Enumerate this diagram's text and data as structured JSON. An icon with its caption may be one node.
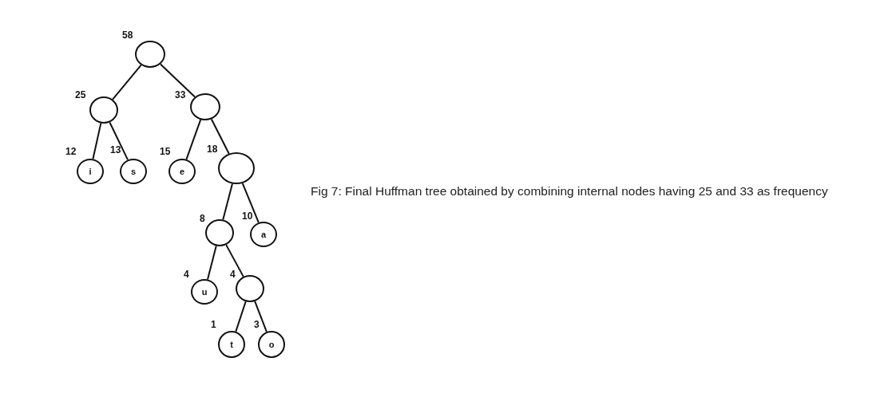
{
  "diagram": {
    "caption": "Fig 7: Final Huffman tree obtained by combining internal nodes having 25 and 33 as frequency",
    "nodes": [
      {
        "text": [],
        "shape": "circle",
        "beside": [
          "58"
        ]
      },
      {
        "text": [],
        "shape": "circle",
        "beside": [
          "25"
        ]
      },
      {
        "text": [],
        "shape": "circle",
        "beside": [
          "33"
        ]
      },
      {
        "text": [
          "i"
        ],
        "beside": [
          "12"
        ]
      },
      {
        "text": [
          "s"
        ],
        "beside": [
          "13"
        ]
      },
      {
        "text": [
          "e"
        ],
        "beside": [
          "15"
        ]
      },
      {
        "text": [],
        "shape": "circle",
        "beside": [
          "18"
        ]
      },
      {
        "text": [],
        "shape": "circle",
        "beside": [
          "8"
        ]
      },
      {
        "text": [
          "a"
        ],
        "beside": [
          "10"
        ]
      },
      {
        "text": [
          "u"
        ],
        "beside": [
          "4"
        ]
      },
      {
        "text": [],
        "shape": "circle",
        "beside": [
          "4"
        ]
      },
      {
        "text": [
          "t"
        ],
        "beside": [
          "1"
        ]
      },
      {
        "text": [
          "o"
        ],
        "beside": [
          "3"
        ]
      }
    ],
    "edges": [
      {
        "from": 0,
        "to": 1,
        "arrow": "none"
      },
      {
        "from": 0,
        "to": 2,
        "arrow": "none"
      },
      {
        "from": 1,
        "to": 3,
        "arrow": "none"
      },
      {
        "from": 1,
        "to": 4,
        "arrow": "none"
      },
      {
        "from": 2,
        "to": 5,
        "arrow": "none"
      },
      {
        "from": 2,
        "to": 6,
        "arrow": "none"
      },
      {
        "from": 6,
        "to": 7,
        "arrow": "none"
      },
      {
        "from": 6,
        "to": 8,
        "arrow": "none"
      },
      {
        "from": 7,
        "to": 9,
        "arrow": "none"
      },
      {
        "from": 7,
        "to": 10,
        "arrow": "none"
      },
      {
        "from": 10,
        "to": 11,
        "arrow": "none"
      },
      {
        "from": 10,
        "to": 12,
        "arrow": "none"
      }
    ]
  }
}
